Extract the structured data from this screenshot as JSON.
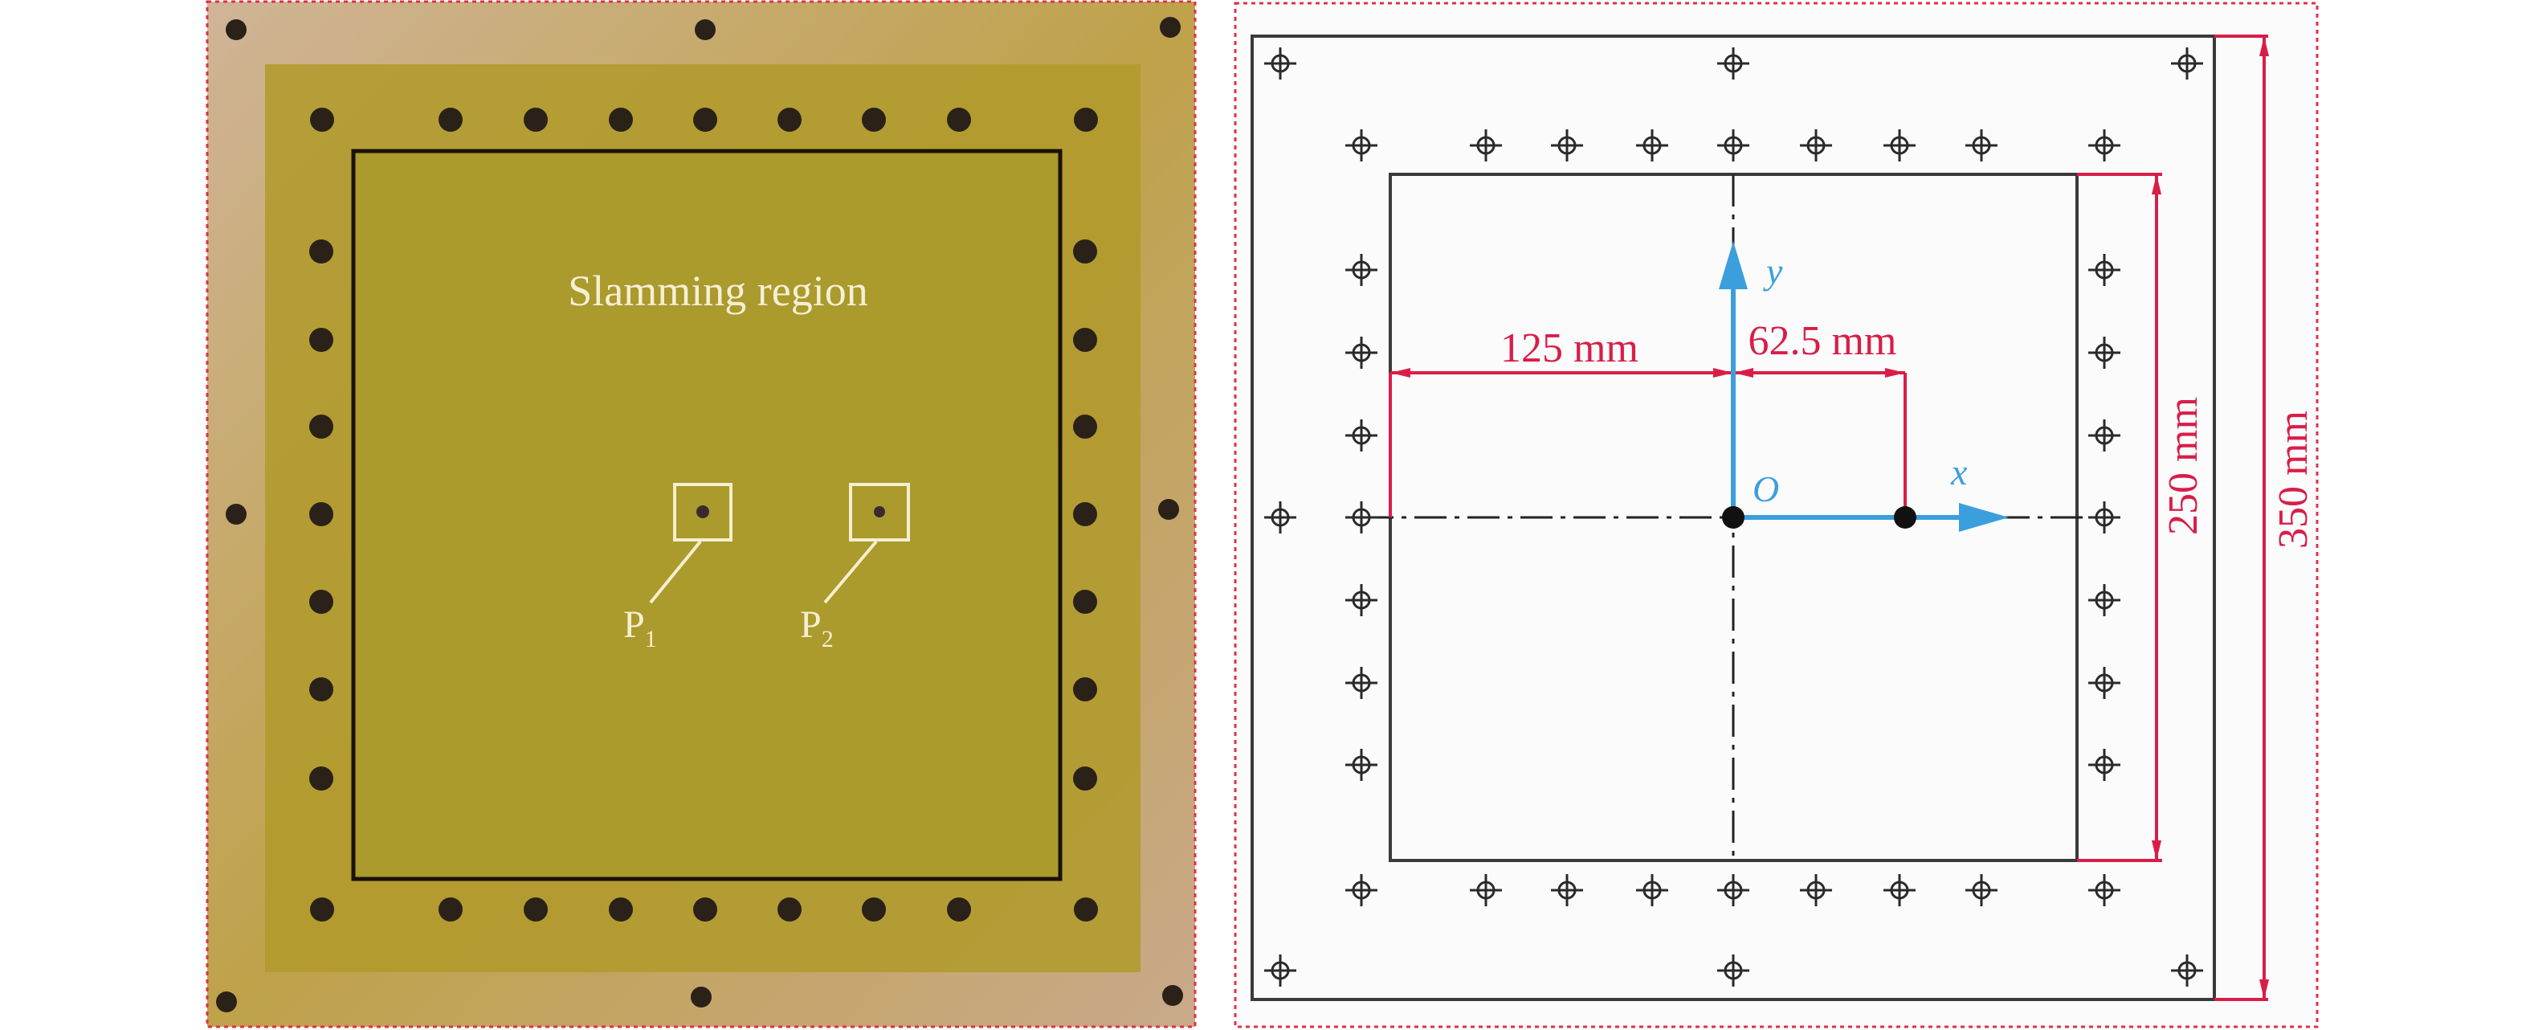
{
  "left_panel": {
    "region_label": "Slamming region",
    "points": [
      {
        "label": "P",
        "subscript": "1"
      },
      {
        "label": "P",
        "subscript": "2"
      }
    ]
  },
  "right_panel": {
    "axis_x_label": "x",
    "axis_y_label": "y",
    "origin_label": "O",
    "dimensions": {
      "left_offset": "125 mm",
      "point_offset": "62.5 mm",
      "inner_height": "250 mm",
      "outer_height": "350 mm"
    }
  },
  "colors": {
    "panel_border": "#e0304a",
    "dimension": "#d81e48",
    "axis": "#3a9fdc",
    "plate": "#b39a28",
    "frame": "#3a3a3a"
  }
}
